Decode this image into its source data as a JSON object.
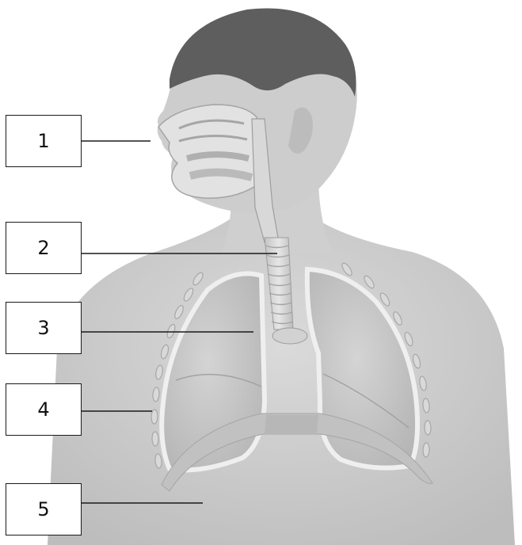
{
  "labels": [
    {
      "number": "1",
      "target": "nasal-cavity"
    },
    {
      "number": "2",
      "target": "trachea"
    },
    {
      "number": "3",
      "target": "lung"
    },
    {
      "number": "4",
      "target": "ribs"
    },
    {
      "number": "5",
      "target": "diaphragm"
    }
  ],
  "colors": {
    "skin": "#d3d3d3",
    "skin_shadow": "#b9b9b9",
    "hair": "#5e5e5e",
    "lung": "#c8c8c8",
    "lung_edge": "#ededed",
    "rib": "#a9a9a9",
    "leader_line": "#1a1a1a"
  }
}
